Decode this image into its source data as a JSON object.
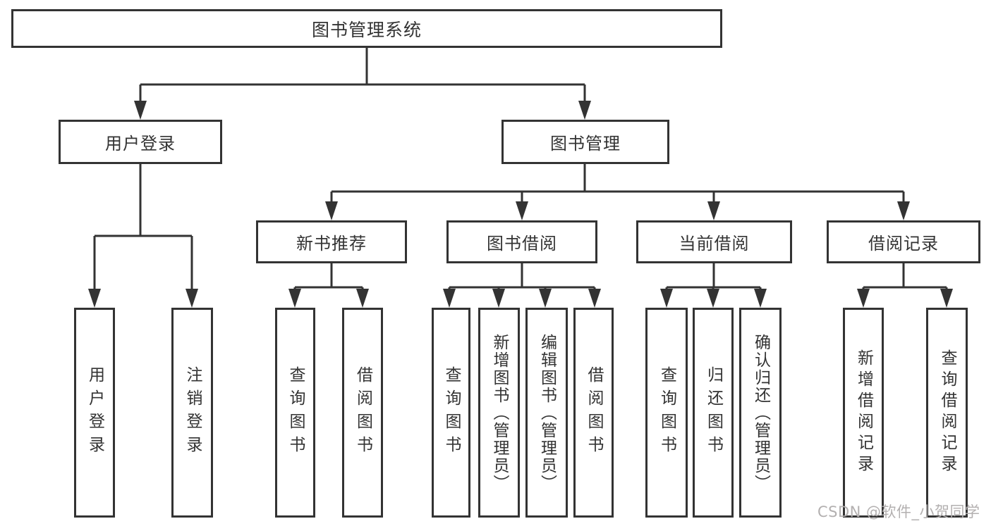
{
  "nodes": {
    "root": {
      "label": "图书管理系统"
    },
    "level2": {
      "user_login": {
        "label": "用户登录"
      },
      "book_management": {
        "label": "图书管理"
      }
    },
    "user_login_children": {
      "login": {
        "label": "用户登录"
      },
      "logout": {
        "label": "注销登录"
      }
    },
    "book_management_children": {
      "new_book_recommend": {
        "label": "新书推荐"
      },
      "book_borrow": {
        "label": "图书借阅"
      },
      "current_borrow": {
        "label": "当前借阅"
      },
      "borrow_records": {
        "label": "借阅记录"
      }
    },
    "new_book_recommend_children": {
      "query_books": {
        "label": "查询图书"
      },
      "borrow_books": {
        "label": "借阅图书"
      }
    },
    "book_borrow_children": {
      "query_books": {
        "label": "查询图书"
      },
      "add_books_admin": {
        "label": "新增图书（管理员）"
      },
      "edit_books_admin": {
        "label": "编辑图书（管理员）"
      },
      "borrow_books": {
        "label": "借阅图书"
      }
    },
    "current_borrow_children": {
      "query_books": {
        "label": "查询图书"
      },
      "return_books": {
        "label": "归还图书"
      },
      "confirm_return_admin": {
        "label": "确认归还（管理员）"
      }
    },
    "borrow_records_children": {
      "add_borrow_record": {
        "label": "新增借阅记录"
      },
      "query_borrow_record": {
        "label": "查询借阅记录"
      }
    }
  },
  "watermark": {
    "text": "CSDN @软件_小贺同学"
  },
  "colors": {
    "line": "#333333",
    "box_border": "#333333",
    "text": "#333333",
    "background": "#ffffff",
    "watermark_text": "#b3b0b0"
  }
}
